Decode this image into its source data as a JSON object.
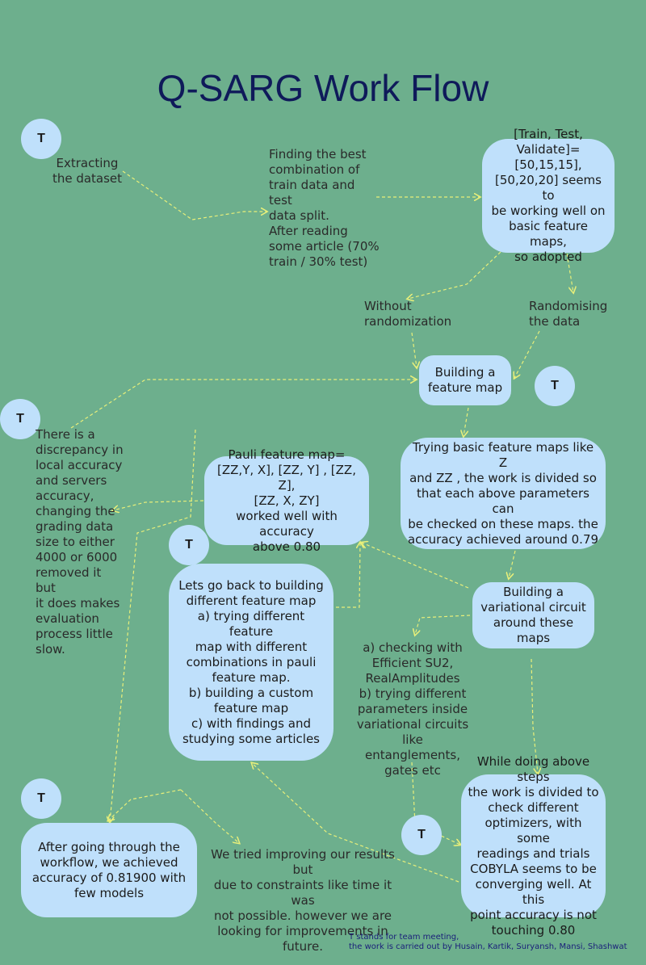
{
  "title": "Q-SARG Work Flow",
  "meeting_marker": "T",
  "texts": {
    "extract": "Extracting\nthe dataset",
    "split": "Finding the best\ncombination of\ntrain data and test\ndata split.\nAfter reading\nsome article (70%\ntrain / 30% test)",
    "without_rand": "Without\nrandomization",
    "rand": "Randomising\nthe data",
    "discrepancy": "There is a\ndiscrepancy in\nlocal accuracy\nand servers\naccuracy,\nchanging the\ngrading data\nsize to either\n4000 or 6000\nremoved it but\nit does makes\nevaluation\nprocess little\nslow.",
    "checking": "a) checking with\nEfficient SU2,\nRealAmplitudes\nb) trying different\nparameters inside\nvariational circuits\nlike entanglements,\ngates etc",
    "improving": "We tried improving our results but\ndue to constraints like time it was\nnot possible. however we are\nlooking for improvements in\nfuture."
  },
  "boxes": {
    "train_test": "[Train, Test,\nValidate]=\n[50,15,15],\n[50,20,20] seems to\nbe working well on\nbasic feature maps,\nso adopted",
    "building_feature_map": "Building a\nfeature map",
    "basic_maps": "Trying basic feature maps like Z\nand ZZ , the work is divided so\nthat each above parameters can\nbe checked on these maps. the\naccuracy achieved around 0.79",
    "pauli": "Pauli feature map=\n[ZZ,Y, X], [ZZ, Y] , [ZZ, Z],\n[ZZ, X, ZY]\nworked well with accuracy\nabove 0.80",
    "variational": "Building a\nvariational circuit\naround these maps",
    "go_back": "Lets go back to building\ndifferent feature map\na) trying different feature\nmap with different\ncombinations in pauli\nfeature map.\nb) building a custom\nfeature map\nc) with findings and\nstudying some articles",
    "optimizers": "While doing above steps\nthe work is divided to\ncheck different\noptimizers, with some\nreadings and trials\nCOBYLA seems to be\nconverging well. At this\npoint accuracy is not\ntouching 0.80",
    "final": "After going through the\nworkflow, we achieved\naccuracy of 0.81900 with\nfew models"
  },
  "footnote": "T stands for team meeting,\nthe work is carried out by Husain, Kartik, Suryansh, Mansi, Shashwat",
  "colors": {
    "background": "#6daf8d",
    "node_fill": "#bfe0fb",
    "title": "#0f1a5a",
    "arrow": "#e8ef7a"
  }
}
